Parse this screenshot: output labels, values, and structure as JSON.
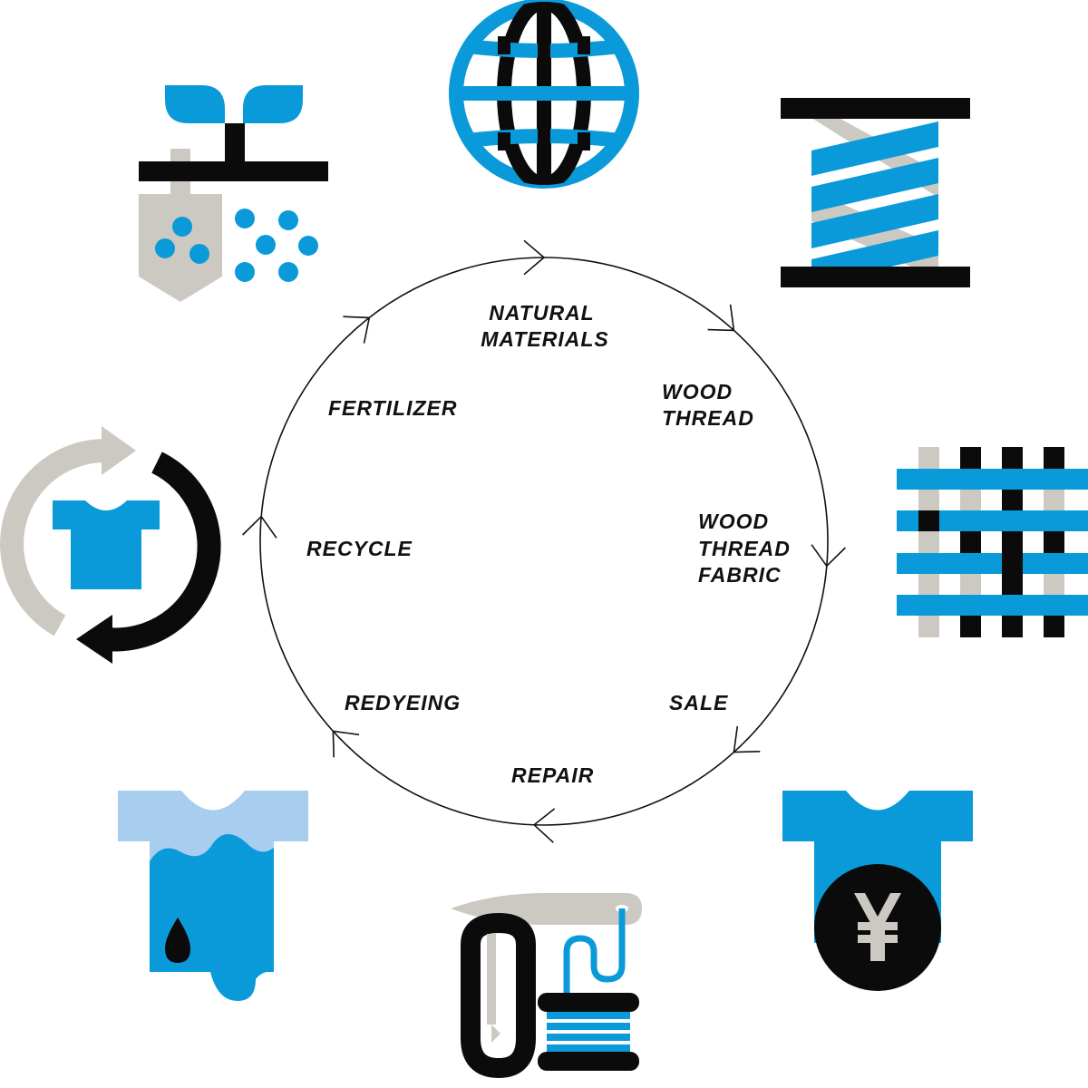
{
  "colors": {
    "blue": "#0a9ad9",
    "light_blue": "#a9cdef",
    "gray": "#cbc9c1",
    "black": "#0b0b0b",
    "ring": "#111111"
  },
  "cycle": [
    {
      "id": "natural-materials",
      "lines": [
        "NATURAL",
        "MATERIALS"
      ],
      "icon": "globe-icon"
    },
    {
      "id": "wood-thread",
      "lines": [
        "WOOD",
        "THREAD"
      ],
      "icon": "thread-spool-icon"
    },
    {
      "id": "wood-thread-fabric",
      "lines": [
        "WOOD",
        "THREAD",
        "FABRIC"
      ],
      "icon": "woven-fabric-icon"
    },
    {
      "id": "sale",
      "lines": [
        "SALE"
      ],
      "icon": "tshirt-yen-icon"
    },
    {
      "id": "repair",
      "lines": [
        "REPAIR"
      ],
      "icon": "sewing-needle-icon"
    },
    {
      "id": "redyeing",
      "lines": [
        "REDYEING"
      ],
      "icon": "dyed-tshirt-icon"
    },
    {
      "id": "recycle",
      "lines": [
        "RECYCLE"
      ],
      "icon": "recycle-tshirt-icon"
    },
    {
      "id": "fertilizer",
      "lines": [
        "FERTILIZER"
      ],
      "icon": "sprout-shovel-icon"
    }
  ],
  "sale_symbol": "¥"
}
